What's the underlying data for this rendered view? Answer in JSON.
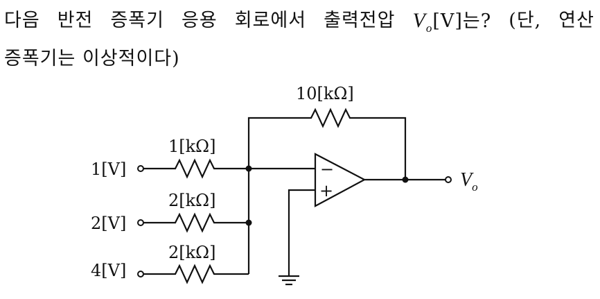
{
  "question": {
    "line1_parts": [
      "다음",
      "반전",
      "증폭기",
      "응용",
      "회로에서",
      "출력전압"
    ],
    "vo_symbol": "V",
    "vo_sub": "o",
    "unit_suffix": "[V]는?",
    "line1_tail": [
      "(단,",
      "연산"
    ],
    "line2": "증폭기는 이상적이다)"
  },
  "circuit": {
    "feedback_resistor": "10[kΩ]",
    "inputs": [
      {
        "voltage": "1[V]",
        "resistor": "1[kΩ]"
      },
      {
        "voltage": "2[V]",
        "resistor": "2[kΩ]"
      },
      {
        "voltage": "4[V]",
        "resistor": "2[kΩ]"
      }
    ],
    "opamp": {
      "inverting": "−",
      "noninverting": "+"
    },
    "output_symbol": "V",
    "output_sub": "o"
  }
}
